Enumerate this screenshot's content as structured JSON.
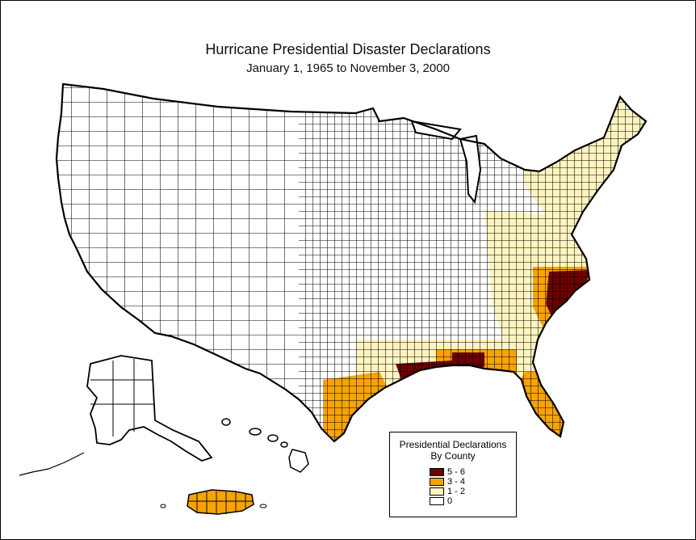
{
  "title": "Hurricane Presidential Disaster Declarations",
  "subtitle": "January 1, 1965 to November 3, 2000",
  "legend": {
    "title_line1": "Presidential Declarations",
    "title_line2": "By County",
    "items": [
      {
        "label": "5 - 6",
        "color": "#6b0000"
      },
      {
        "label": "3 - 4",
        "color": "#f7a300"
      },
      {
        "label": "1 - 2",
        "color": "#fff4c0"
      },
      {
        "label": "0",
        "color": "#ffffff"
      }
    ]
  },
  "region_classes": {
    "contiguous_us": "0",
    "alaska": "0",
    "hawaii": "0",
    "gulf_coast": "3 - 4",
    "texas_coast": "3 - 4",
    "louisiana_coast": "5 - 6",
    "florida_peninsula": "3 - 4",
    "carolinas_coast": "5 - 6",
    "atlantic_coast": "1 - 2",
    "northeast": "1 - 2",
    "puerto_rico": "3 - 4"
  }
}
